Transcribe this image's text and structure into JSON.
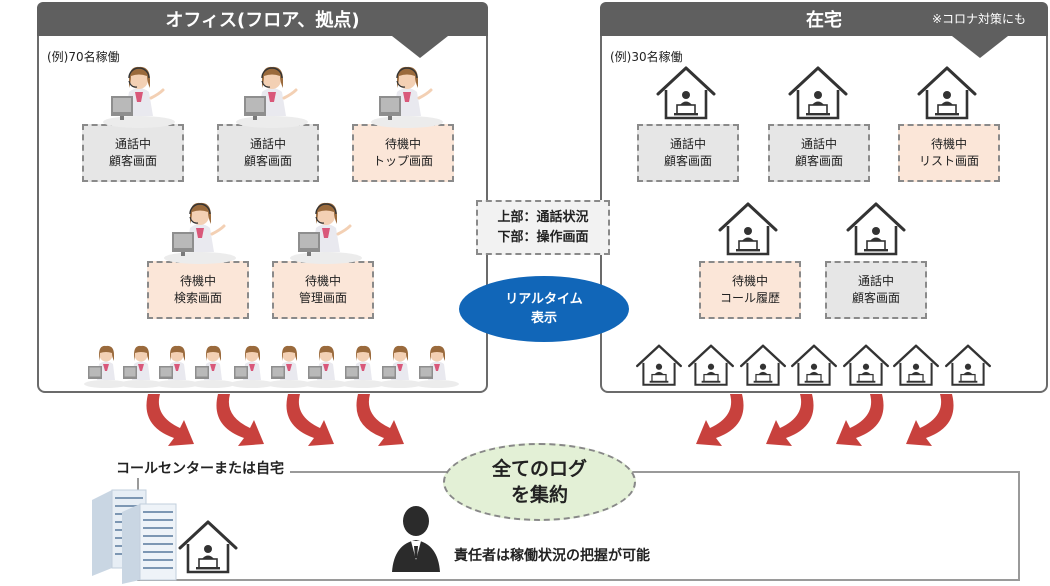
{
  "office": {
    "title": "オフィス(フロア、拠点)",
    "count": "(例)70名稼働",
    "screens": [
      {
        "line1": "通話中",
        "line2": "顧客画面",
        "tone": "gray"
      },
      {
        "line1": "通話中",
        "line2": "顧客画面",
        "tone": "gray"
      },
      {
        "line1": "待機中",
        "line2": "トップ画面",
        "tone": "peach"
      },
      {
        "line1": "待機中",
        "line2": "検索画面",
        "tone": "peach"
      },
      {
        "line1": "待機中",
        "line2": "管理画面",
        "tone": "peach"
      }
    ]
  },
  "home": {
    "title": "在宅",
    "note": "※コロナ対策にも",
    "count": "(例)30名稼働",
    "screens": [
      {
        "line1": "通話中",
        "line2": "顧客画面",
        "tone": "gray"
      },
      {
        "line1": "通話中",
        "line2": "顧客画面",
        "tone": "gray"
      },
      {
        "line1": "待機中",
        "line2": "リスト画面",
        "tone": "peach"
      },
      {
        "line1": "待機中",
        "line2": "コール履歴",
        "tone": "peach"
      },
      {
        "line1": "通話中",
        "line2": "顧客画面",
        "tone": "gray"
      }
    ]
  },
  "center_label": {
    "line1": "上部：通話状況",
    "line2": "下部：操作画面"
  },
  "realtime": {
    "line1": "リアルタイム",
    "line2": "表示"
  },
  "bottom": {
    "title": "コールセンターまたは自宅",
    "aggregate_line1": "全てのログ",
    "aggregate_line2": "を集約",
    "manager_text": "責任者は稼働状況の把握が可能"
  },
  "colors": {
    "panel_header": "#5f5f5f",
    "screen_gray": "#e6e6e6",
    "screen_peach": "#fbe6d8",
    "realtime": "#1166b8",
    "arrow": "#c8413d",
    "aggregate": "#e3f0d6"
  }
}
